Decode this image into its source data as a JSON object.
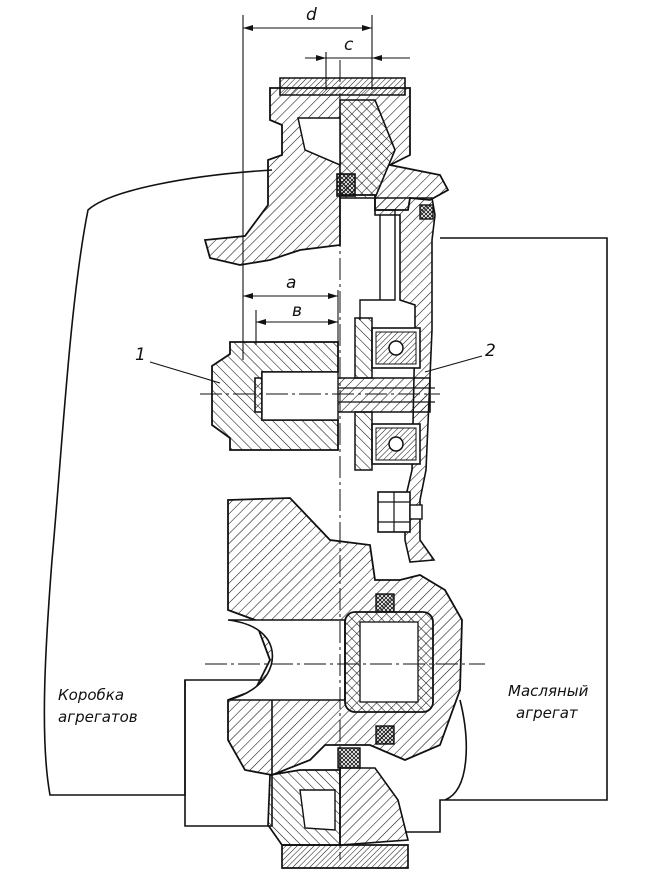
{
  "dimensions": {
    "d": "d",
    "c": "c",
    "a": "a",
    "b": "в"
  },
  "callouts": {
    "one": "1",
    "two": "2"
  },
  "captions": {
    "left_line1": "Коробка",
    "left_line2": "агрегатов",
    "right_line1": "Масляный",
    "right_line2": "агрегат"
  },
  "colors": {
    "ink": "#111111",
    "paper": "#ffffff"
  }
}
